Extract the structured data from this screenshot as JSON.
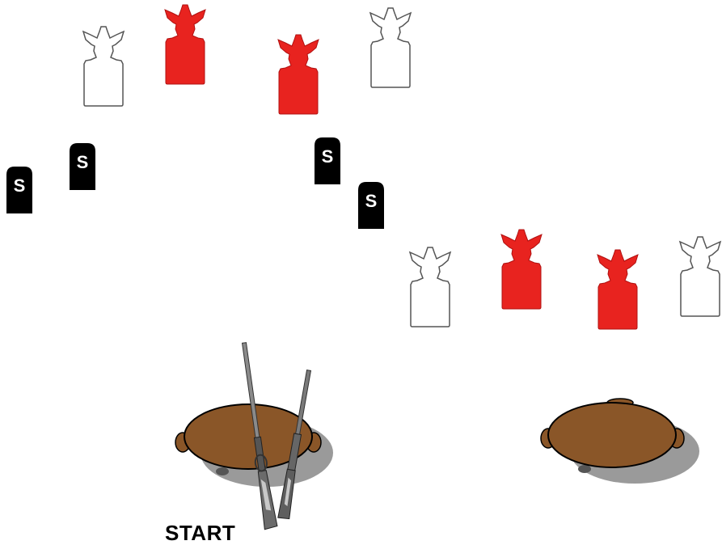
{
  "stage": {
    "start_label": "START",
    "steel_label": "S"
  },
  "colors": {
    "hit_target": "#e8231f",
    "no_shoot_target": "#ffffff",
    "target_outline": "#555555",
    "steel_plate": "#000000",
    "table_top": "#8a5628",
    "table_shadow": "#9a9a9a",
    "background": "#ffffff"
  },
  "targets": {
    "top_row": [
      "white",
      "red",
      "red",
      "white"
    ],
    "bottom_row": [
      "white",
      "red",
      "red",
      "white"
    ]
  },
  "steel_plates": {
    "count": 4
  },
  "tables": {
    "count": 2,
    "with_rifles": "left"
  },
  "icons": [
    "cowboy-silhouette-target-icon",
    "steel-plate-icon",
    "round-table-icon",
    "rifle-icon",
    "shotgun-icon"
  ]
}
